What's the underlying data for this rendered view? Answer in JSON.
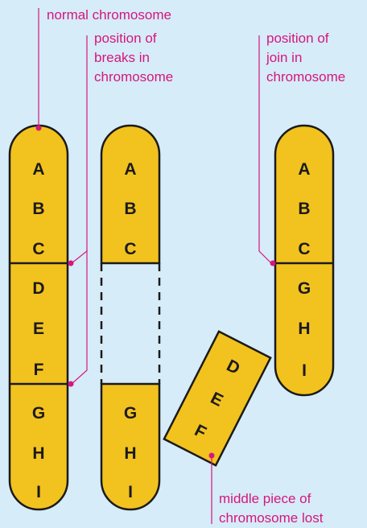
{
  "labels": {
    "normal": "normal chromosome",
    "breaks": [
      "position of",
      "breaks in",
      "chromosome"
    ],
    "join": [
      "position of",
      "join in",
      "chromosome"
    ],
    "lost": [
      "middle piece of",
      "chromosome lost"
    ]
  },
  "genes": {
    "normal": [
      "A",
      "B",
      "C",
      "D",
      "E",
      "F",
      "G",
      "H",
      "I"
    ],
    "top_part": [
      "A",
      "B",
      "C"
    ],
    "bottom_part": [
      "G",
      "H",
      "I"
    ],
    "middle_piece": [
      "D",
      "E",
      "F"
    ],
    "deleted": [
      "A",
      "B",
      "C",
      "G",
      "H",
      "I"
    ]
  },
  "colors": {
    "chromosome": "#f2c21f",
    "outline": "#1a1a1a",
    "label": "#d6167f",
    "background": "#d6ecf8"
  }
}
